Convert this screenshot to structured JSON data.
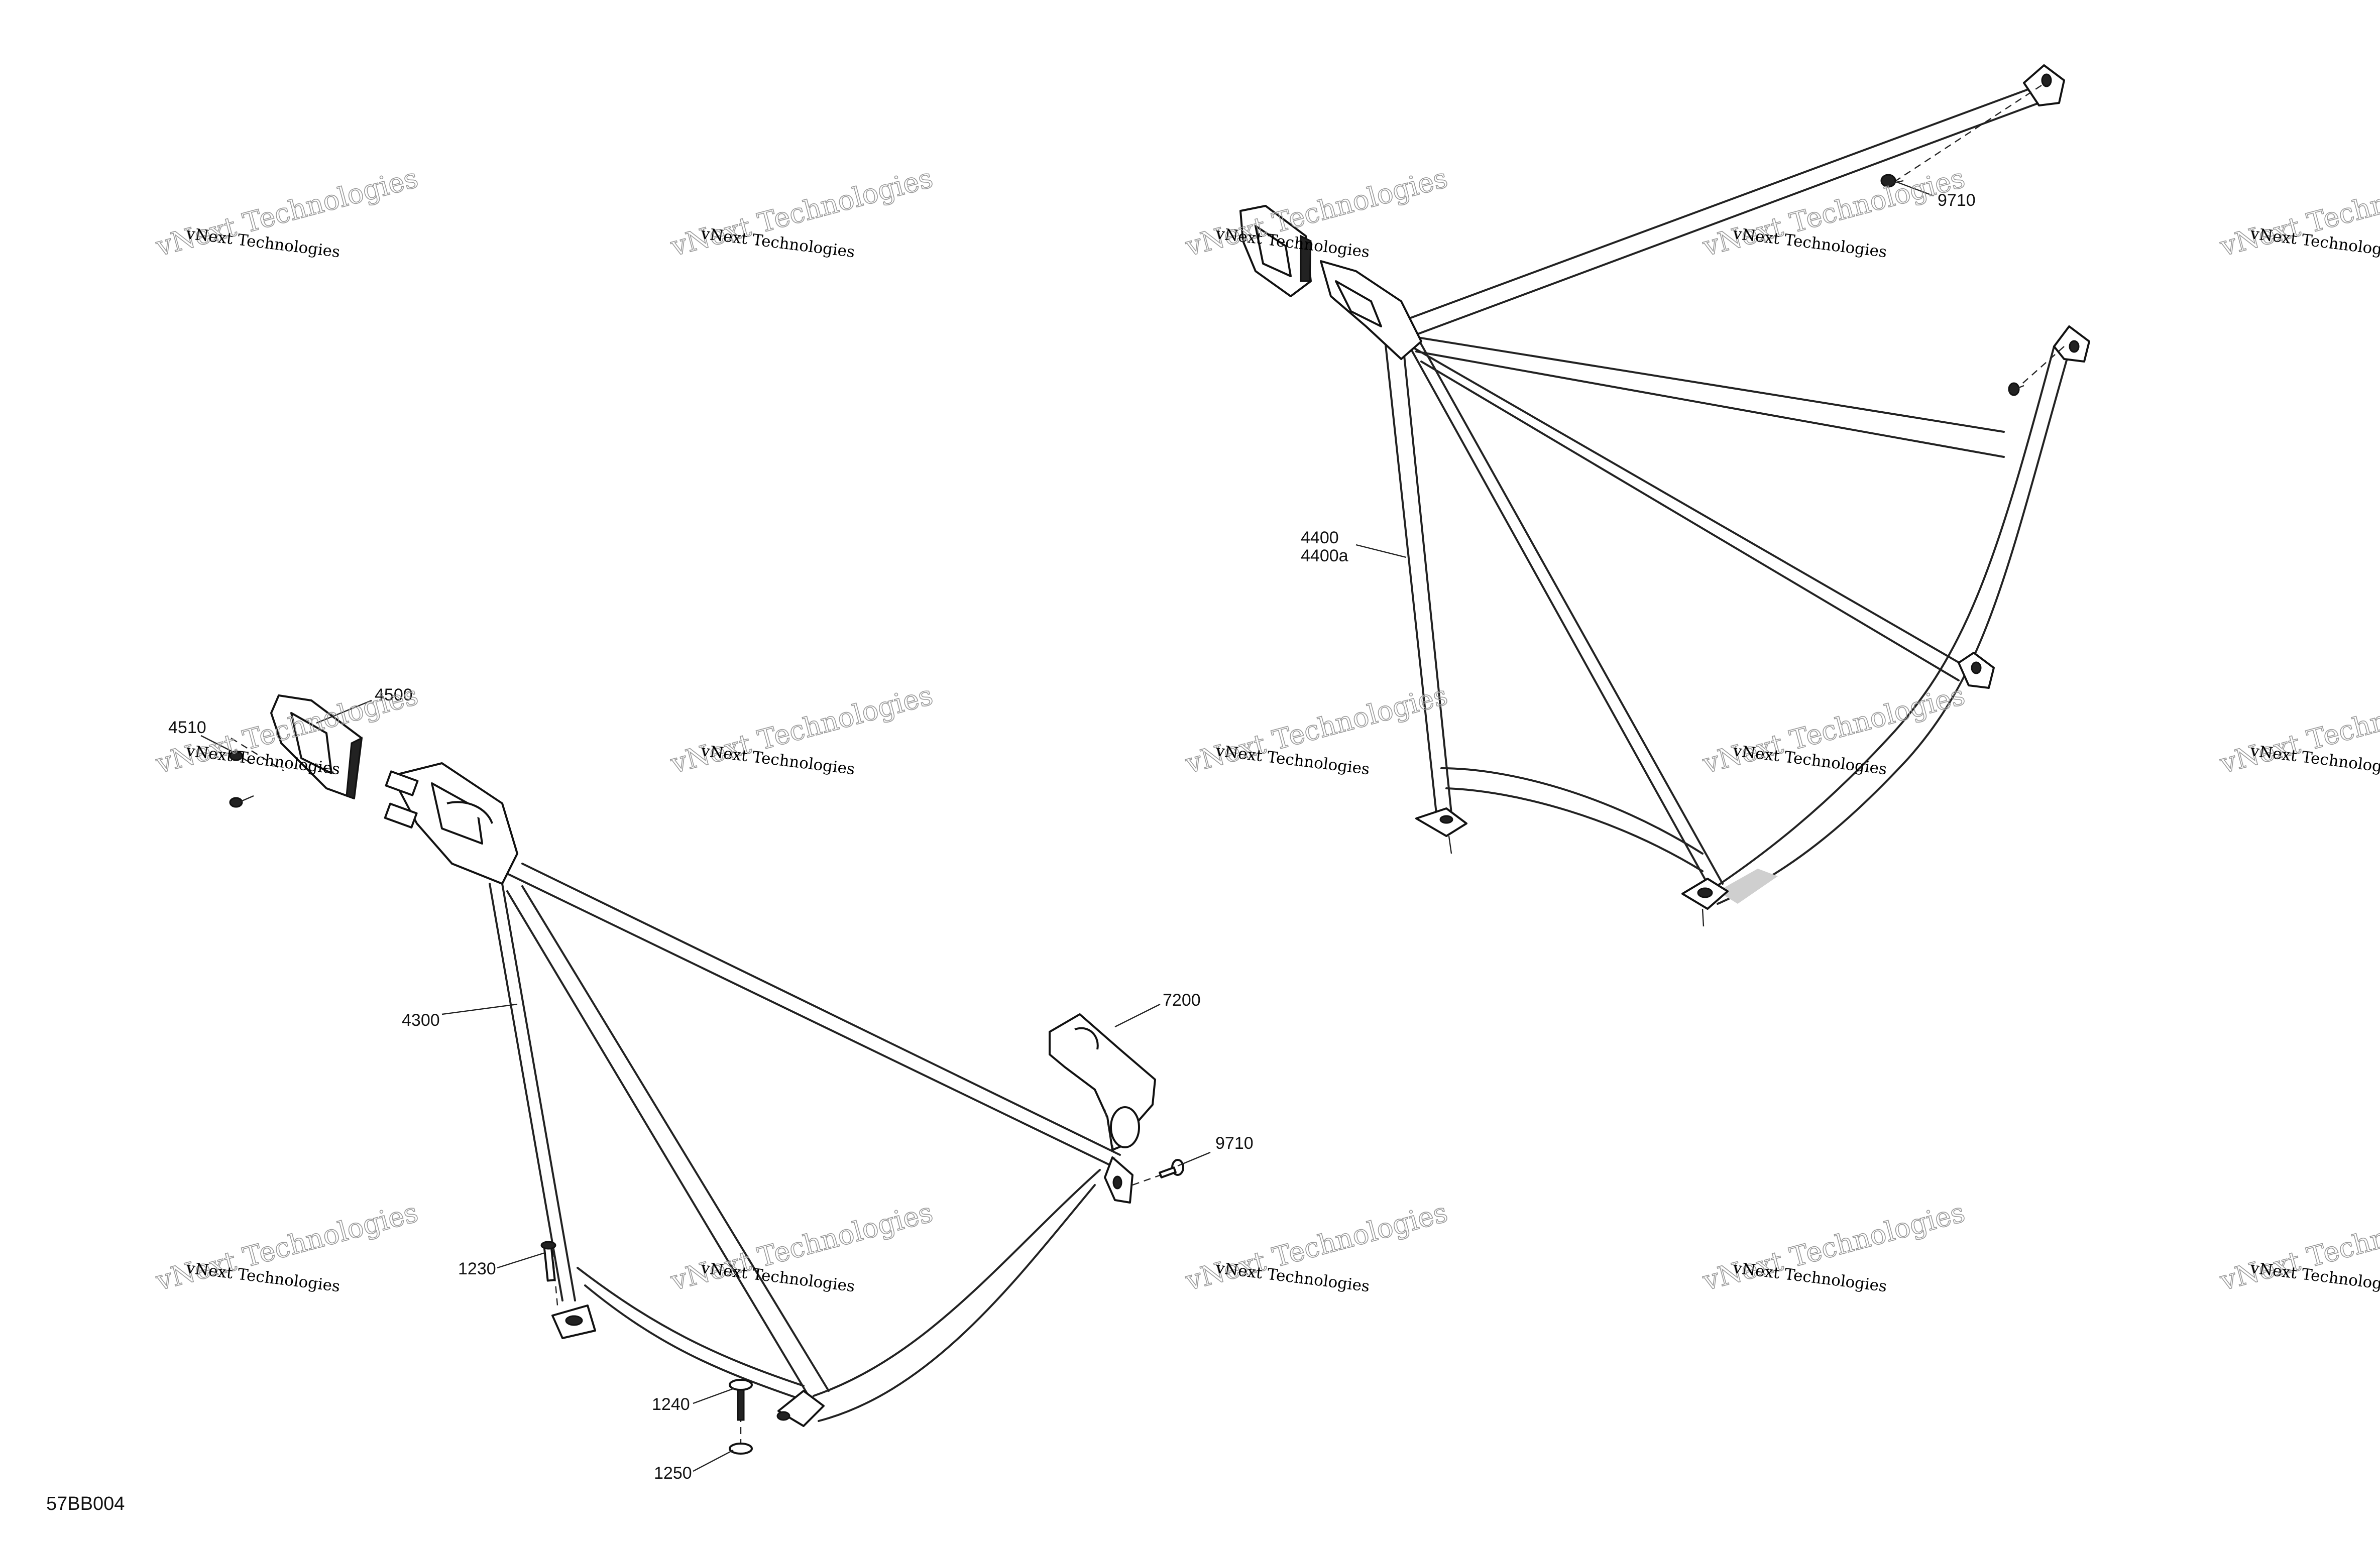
{
  "diagram_code": "57BB004",
  "watermark": {
    "small_text": "vNext Technologies",
    "large_text": "vNext Technologies"
  },
  "callouts": {
    "strap_4300": "4300",
    "clip_4500": "4500",
    "screw_4510": "4510",
    "guide_7200": "7200",
    "rivet_9710_lower": "9710",
    "bolt_1230": "1230",
    "screw_1240": "1240",
    "washer_1250": "1250",
    "strap_4400": "4400",
    "strap_4400a": "4400a",
    "rivet_9710_upper": "9710"
  },
  "colors": {
    "line": "#222222",
    "watermark_outline": "#9a9a9a",
    "background": "#ffffff"
  }
}
